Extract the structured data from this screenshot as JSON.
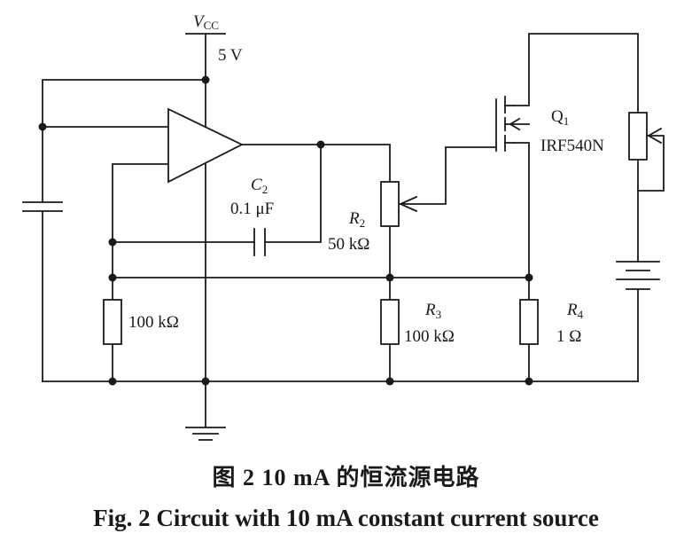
{
  "supply": {
    "name": "V",
    "subscript": "CC",
    "voltage": "5 V"
  },
  "capacitor": {
    "ref": "C",
    "ref_sub": "2",
    "value": "0.1 μF"
  },
  "r1": {
    "value": "100 kΩ"
  },
  "r2": {
    "ref": "R",
    "ref_sub": "2",
    "value": "50 kΩ"
  },
  "r3": {
    "ref": "R",
    "ref_sub": "3",
    "value": "100 kΩ"
  },
  "r4": {
    "ref": "R",
    "ref_sub": "4",
    "value": "1 Ω"
  },
  "mosfet": {
    "ref": "Q",
    "ref_sub": "1",
    "model": "IRF540N"
  },
  "caption": {
    "cn": "图 2  10 mA 的恒流源电路",
    "en": "Fig. 2  Circuit with 10 mA constant current source"
  }
}
